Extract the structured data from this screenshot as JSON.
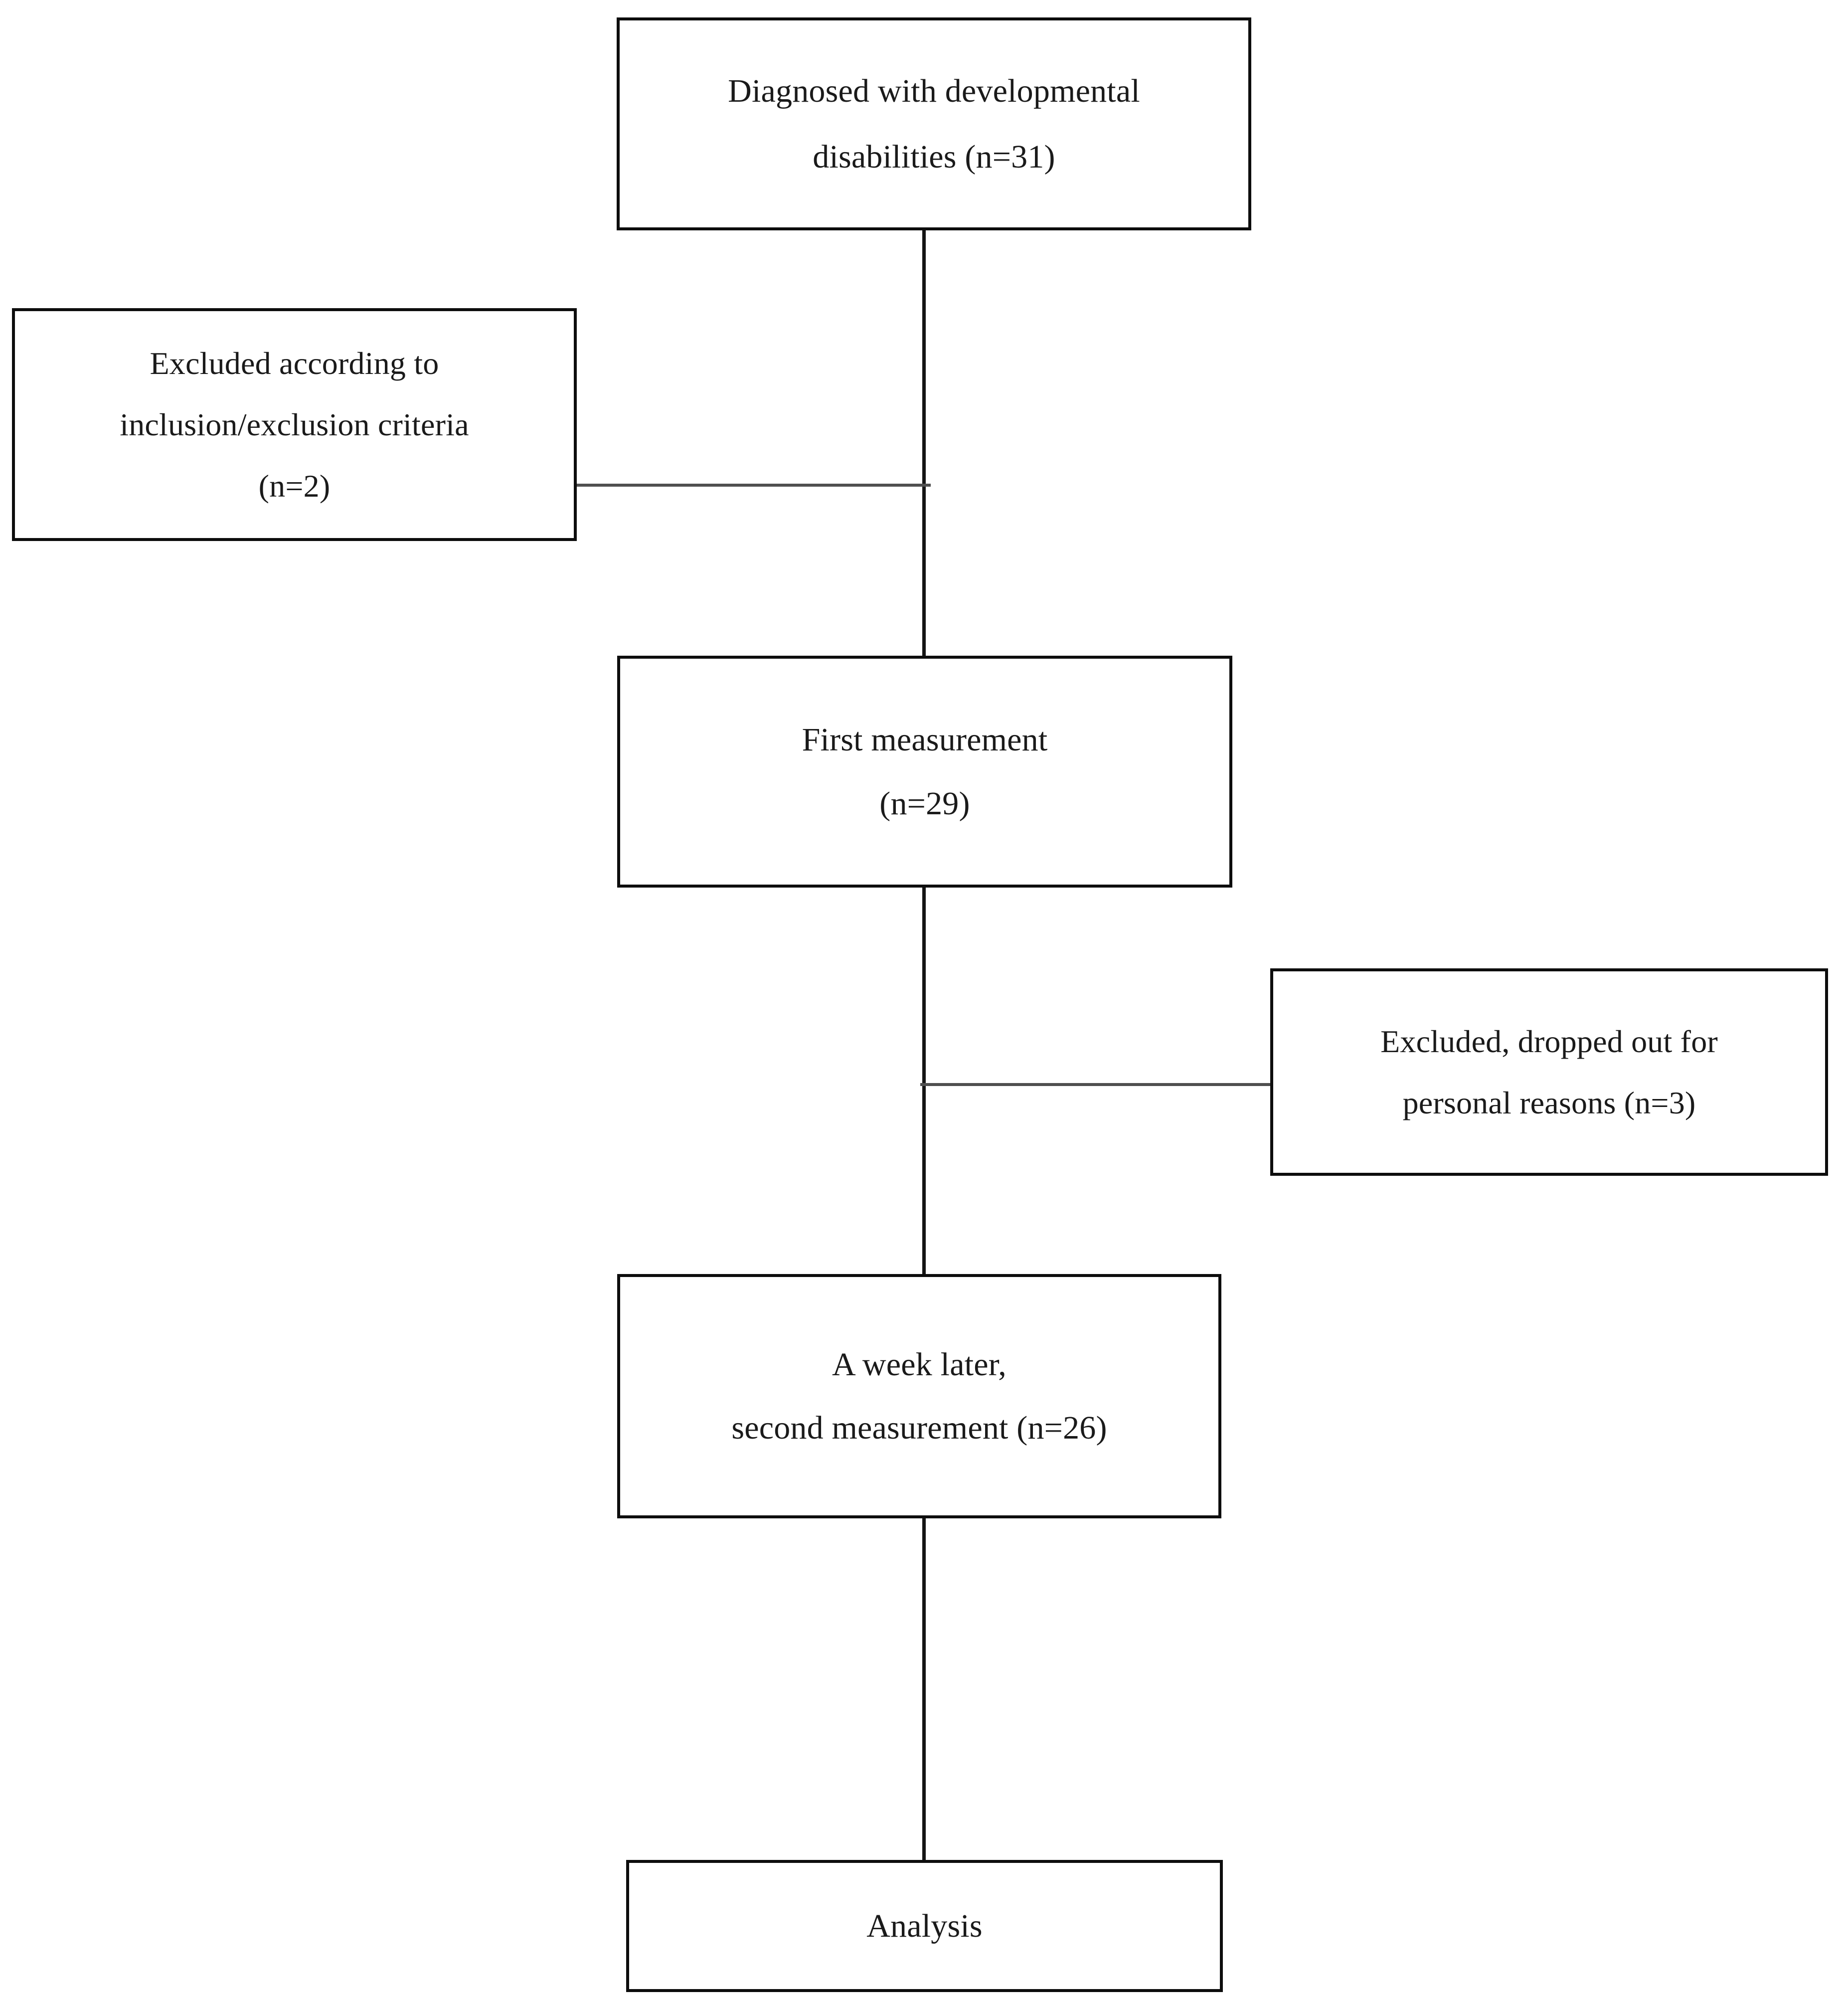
{
  "diagram": {
    "type": "participant-flow-chart",
    "palette": {
      "box_border": "#0d0d0d",
      "connector": "#141414",
      "connector_branch": "#4f4f4f",
      "background": "#ffffff",
      "text": "#1a1a1a"
    },
    "nodes": [
      {
        "id": "diagnosed",
        "lines": [
          "Diagnosed with developmental",
          "disabilities (n=31)"
        ],
        "n": 31
      },
      {
        "id": "excluded_criteria",
        "lines": [
          "Excluded according to",
          "inclusion/exclusion criteria",
          "(n=2)"
        ],
        "n": 2
      },
      {
        "id": "first_measurement",
        "lines": [
          "First measurement",
          "(n=29)"
        ],
        "n": 29
      },
      {
        "id": "excluded_dropout",
        "lines": [
          "Excluded, dropped out for",
          "personal reasons (n=3)"
        ],
        "n": 3
      },
      {
        "id": "second_measurement",
        "lines": [
          "A week later,",
          "second measurement (n=26)"
        ],
        "n": 26
      },
      {
        "id": "analysis",
        "lines": [
          "Analysis"
        ]
      }
    ],
    "edges": [
      {
        "from": "diagnosed",
        "to": "first_measurement",
        "kind": "vertical"
      },
      {
        "from": "excluded_criteria",
        "to": "trunk",
        "kind": "horizontal-left"
      },
      {
        "from": "first_measurement",
        "to": "second_measurement",
        "kind": "vertical"
      },
      {
        "from": "trunk",
        "to": "excluded_dropout",
        "kind": "horizontal-right"
      },
      {
        "from": "second_measurement",
        "to": "analysis",
        "kind": "vertical"
      }
    ]
  }
}
